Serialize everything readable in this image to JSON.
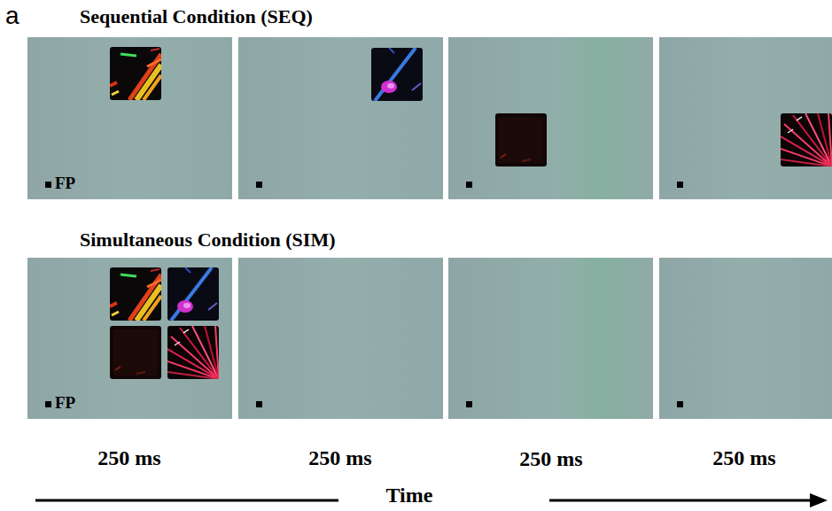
{
  "diagram": {
    "labels": [
      "a",
      "Sequential Condition (SEQ)",
      "FP",
      "Simultaneous Condition (SIM)",
      "FP",
      "250 ms",
      "250 ms",
      "250 ms",
      "250 ms",
      "Time"
    ]
  }
}
